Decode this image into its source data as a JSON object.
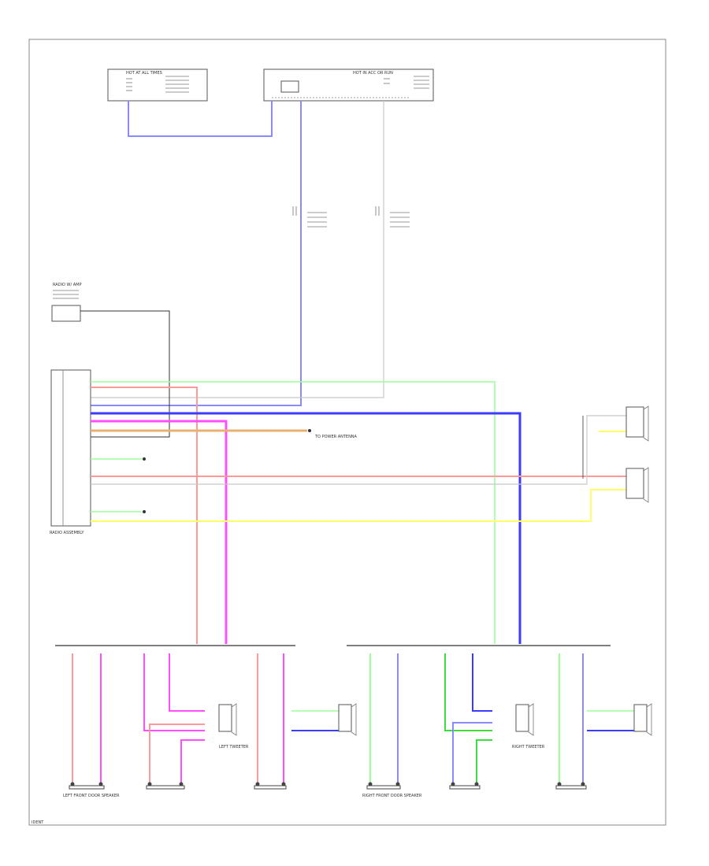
{
  "colors": {
    "blu": "#8a8aff",
    "blu_dark": "#3b3bff",
    "gry": "#c8c8c8",
    "red": "#ff9a9a",
    "pnk": "#ff4dff",
    "lt_grn": "#9cff9c",
    "grn": "#3cdc3c",
    "ylw": "#ffff66",
    "orn": "#e8b070",
    "blk": "#333333",
    "frame": "#888888"
  },
  "labels": {
    "fuse_left": "HOT AT ALL TIMES",
    "fuse_right": "HOT IN ACC OR RUN",
    "amp_label": "RADIO W/ AMP",
    "radio_label": "RADIO ASSEMBLY",
    "antenna_label": "TO POWER ANTENNA",
    "lf_tweeter": "LEFT TWEETER",
    "rf_tweeter": "RIGHT TWEETER",
    "lf_door": "LEFT FRONT DOOR SPEAKER",
    "rf_door": "RIGHT FRONT DOOR SPEAKER",
    "footer": "IDENT"
  }
}
